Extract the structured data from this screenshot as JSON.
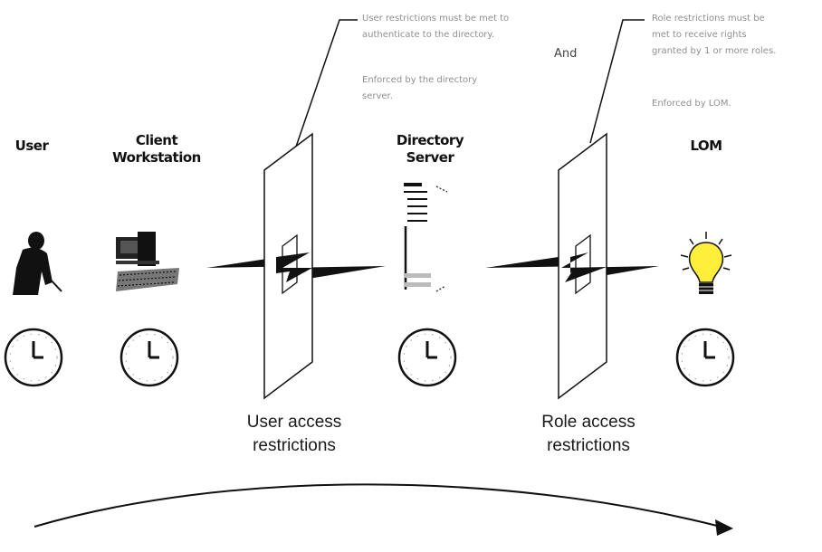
{
  "nodes": {
    "user": "User",
    "client_workstation": "Client\nWorkstation",
    "directory_server": "Directory\nServer",
    "lom": "LOM"
  },
  "callouts": {
    "user_restriction_note": "User restrictions must be met to\nauthenticate to the directory.",
    "user_enforced_note": "Enforced by the directory\nserver.",
    "role_restriction_note": "Role restrictions must be\nmet to receive rights\ngranted by 1 or more roles.",
    "role_enforced_note": "Enforced by LOM.",
    "and_text": "And"
  },
  "barriers": {
    "user_access": "User access\nrestrictions",
    "role_access": "Role access\nrestrictions"
  },
  "icons": {
    "user": "person-at-desk-icon",
    "workstation": "computer-workstation-icon",
    "server": "server-tower-icon",
    "lom": "light-bulb-icon",
    "clock": "clock-icon",
    "link": "lightning-bolt-icon"
  },
  "colors": {
    "bulb": "#ffef3a",
    "note_text": "#8f8f8f"
  }
}
